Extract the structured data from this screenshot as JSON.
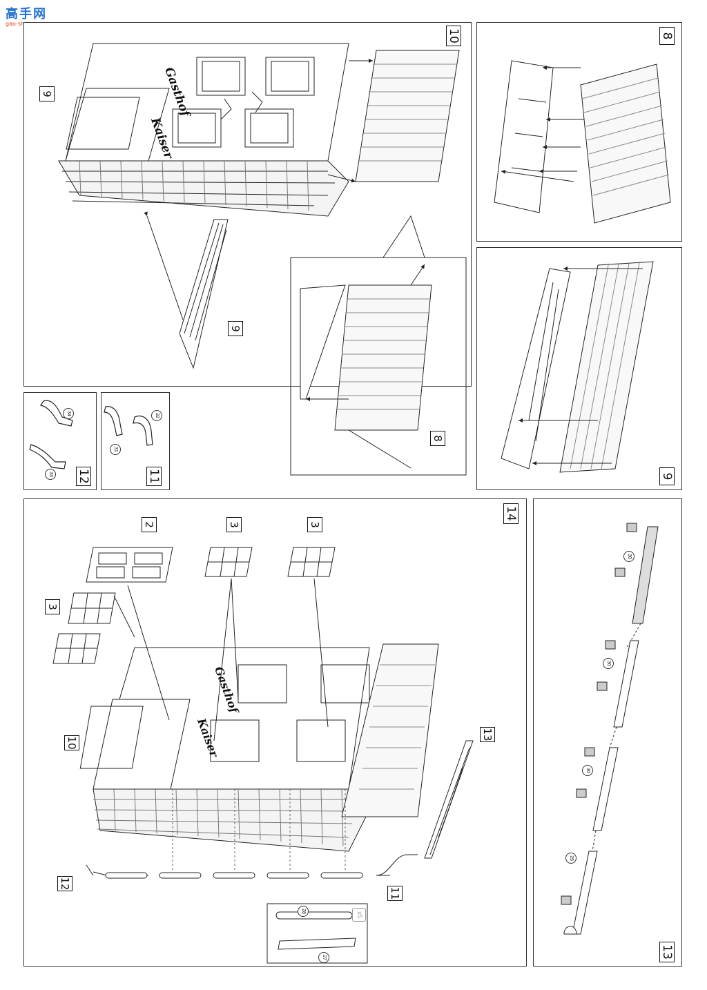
{
  "watermark": {
    "title": "高手网",
    "url": "gao-shou.com"
  },
  "signage": {
    "text1": "Gasthof",
    "text2": "Kaiser"
  },
  "steps": {
    "s10": {
      "label": "10",
      "callouts": {
        "a": "9",
        "b": "9",
        "c": "8"
      }
    },
    "s8": {
      "label": "8"
    },
    "s9": {
      "label": "9"
    },
    "s12": {
      "label": "12",
      "parts": {
        "a": "34",
        "b": "33"
      }
    },
    "s11": {
      "label": "11",
      "parts": {
        "a": "32",
        "b": "31"
      }
    },
    "s14": {
      "label": "14",
      "callouts": {
        "door": "2",
        "win1": "3",
        "win2": "3",
        "win_left": "3",
        "wall": "10",
        "gutter": "13",
        "pipe_left": "12",
        "pipe_right": "11"
      },
      "inset": {
        "qty": "x5",
        "partA": "28",
        "partB": "27"
      }
    },
    "s13": {
      "label": "13",
      "parts": {
        "p1": "30",
        "p2": "30",
        "p3": "30",
        "p4": "29"
      }
    }
  },
  "colors": {
    "line": "#222222",
    "panel_border": "#333333",
    "accent_blue": "#1e6fd0",
    "accent_red": "#e03a1e",
    "shade": "#d9d9d9"
  }
}
